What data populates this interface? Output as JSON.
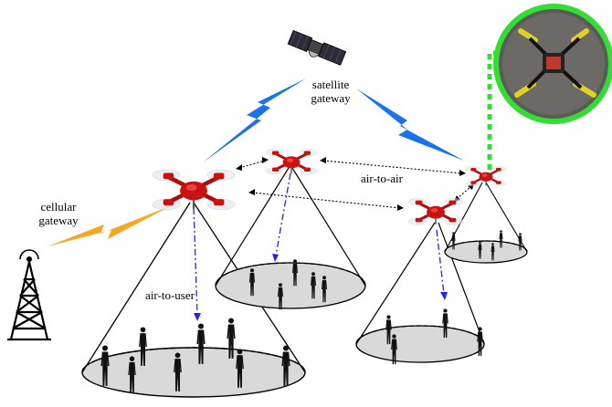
{
  "labels": {
    "satellite_line1": "satellite",
    "satellite_line2": "gateway",
    "cellular_line1": "cellular",
    "cellular_line2": "gateway",
    "air_to_air": "air-to-air",
    "air_to_user": "air-to-user"
  },
  "icons": {
    "satellite": "satellite-icon",
    "cell_tower": "cell-tower-icon",
    "drone": "drone-icon",
    "person": "person-icon",
    "lightning_link": "lightning-bolt-icon",
    "drone_photo": "drone-photo-inset"
  },
  "colors": {
    "satellite_link": "#1a73e8",
    "cellular_link": "#f5a623",
    "inset_frame": "#33dd33",
    "air_to_user_link": "#2222ee",
    "coverage_fill": "#d9d9d9",
    "drone_body": "#cc1111",
    "silhouette": "#111111"
  }
}
